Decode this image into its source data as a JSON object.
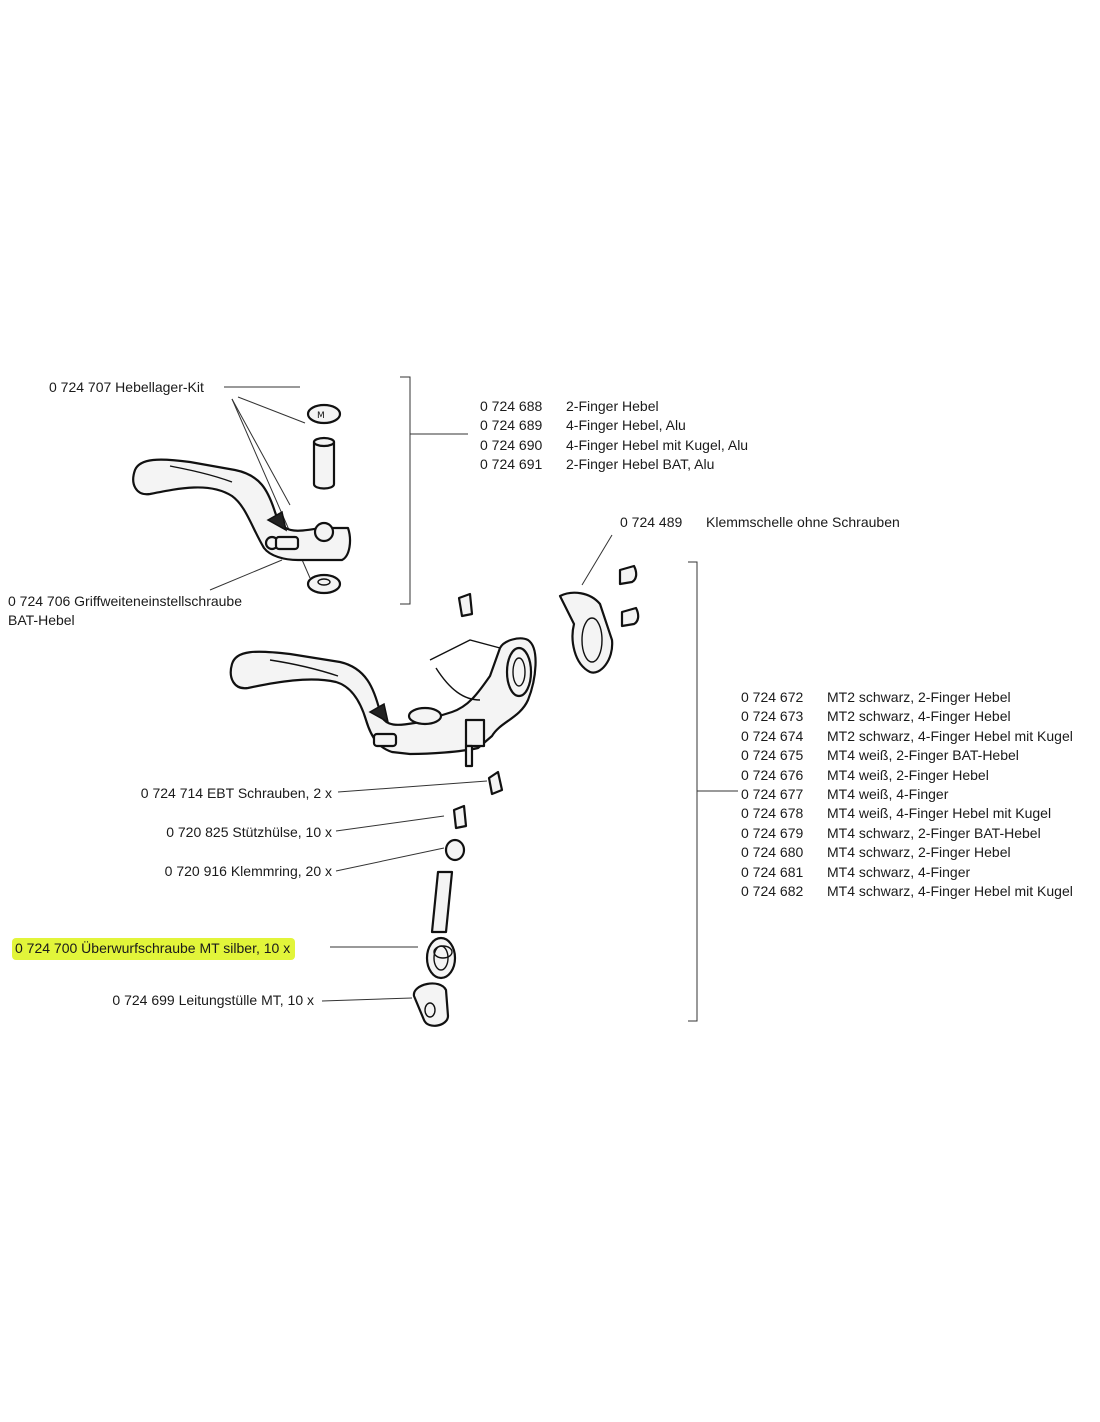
{
  "callouts": {
    "hebellager": "0 724 707 Hebellager-Kit",
    "griffweite_line1": "0 724 706 Griffweiteneinstellschraube",
    "griffweite_line2": "BAT-Hebel",
    "klemmschelle_num": "0 724 489",
    "klemmschelle_desc": "Klemmschelle ohne Schrauben",
    "ebt": "0 724 714 EBT Schrauben, 2 x",
    "stuetzhuelse": "0 720 825 Stützhülse, 10 x",
    "klemmring": "0 720 916 Klemmring, 20 x",
    "ueberwurf": "0 724 700 Überwurfschraube MT silber, 10 x",
    "leitungstuelle": "0 724 699 Leitungstülle MT, 10 x"
  },
  "lever_list": [
    {
      "num": "0 724 688",
      "desc": "2-Finger Hebel"
    },
    {
      "num": "0 724 689",
      "desc": "4-Finger Hebel, Alu"
    },
    {
      "num": "0 724 690",
      "desc": "4-Finger Hebel mit Kugel, Alu"
    },
    {
      "num": "0 724 691",
      "desc": "2-Finger Hebel BAT, Alu"
    }
  ],
  "assembly_list": [
    {
      "num": "0 724 672",
      "desc": "MT2 schwarz, 2-Finger Hebel"
    },
    {
      "num": "0 724 673",
      "desc": "MT2 schwarz, 4-Finger Hebel"
    },
    {
      "num": "0 724 674",
      "desc": "MT2 schwarz, 4-Finger Hebel mit Kugel"
    },
    {
      "num": "0 724 675",
      "desc": "MT4 weiß, 2-Finger BAT-Hebel"
    },
    {
      "num": "0 724 676",
      "desc": "MT4 weiß, 2-Finger Hebel"
    },
    {
      "num": "0 724 677",
      "desc": "MT4 weiß, 4-Finger"
    },
    {
      "num": "0 724 678",
      "desc": "MT4 weiß, 4-Finger Hebel mit Kugel"
    },
    {
      "num": "0 724 679",
      "desc": "MT4 schwarz, 2-Finger BAT-Hebel"
    },
    {
      "num": "0 724 680",
      "desc": "MT4 schwarz, 2-Finger Hebel"
    },
    {
      "num": "0 724 681",
      "desc": "MT4 schwarz, 4-Finger"
    },
    {
      "num": "0 724 682",
      "desc": "MT4 schwarz, 4-Finger Hebel mit Kugel"
    }
  ],
  "colors": {
    "highlight": "#e2f53a",
    "line": "#333333",
    "text": "#1a1a1a"
  }
}
